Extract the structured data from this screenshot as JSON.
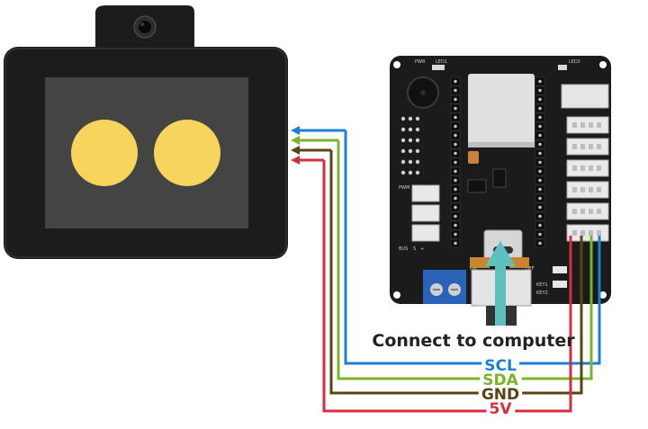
{
  "caption": "Connect to computer",
  "wires": [
    {
      "label": "SCL",
      "color": "#1b7fd6"
    },
    {
      "label": "SDA",
      "color": "#7bb32a"
    },
    {
      "label": "GND",
      "color": "#5a4416"
    },
    {
      "label": "5V",
      "color": "#d32f3f"
    }
  ],
  "camera": {
    "eye_color": "#f7d45c",
    "screen_color": "#444444",
    "body_color": "#1c1c1c"
  },
  "board": {
    "silk": {
      "pwr": "PWR",
      "led1": "LED1",
      "led2": "LED2",
      "pwm": "PWM",
      "bus": "BUS",
      "s": "S",
      "plus": "+",
      "on": "ON",
      "off": "OFF",
      "key1": "KEY1",
      "key2": "KEY2"
    }
  },
  "arrow_color": "#5fc0c0"
}
